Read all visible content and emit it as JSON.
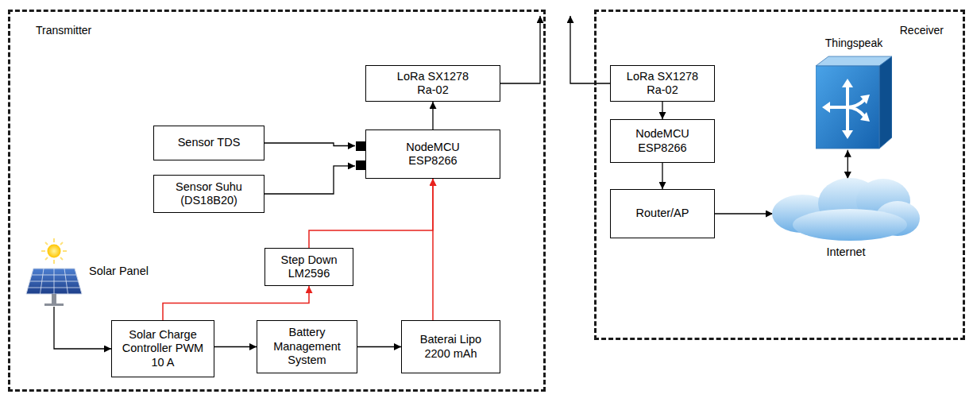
{
  "diagram": {
    "nodes": [
      {
        "text": [
          "Transmitter"
        ]
      },
      {
        "text": [
          "Receiver"
        ]
      },
      {
        "text": [
          "LoRa SX1278 Ra-02"
        ],
        "in": 0
      },
      {
        "text": [
          "Sensor TDS"
        ],
        "in": 0
      },
      {
        "text": [
          "NodeMCU ESP8266"
        ],
        "in": 0
      },
      {
        "text": [
          "Sensor Suhu (DS18B20)"
        ],
        "in": 0
      },
      {
        "text": [
          "Step Down LM2596"
        ],
        "in": 0
      },
      {
        "text": [
          "Solar Panel"
        ],
        "in": 0
      },
      {
        "text": [
          "Solar Charge Controller PWM 10 A"
        ],
        "in": 0
      },
      {
        "text": [
          "Battery Management System"
        ],
        "in": 0
      },
      {
        "text": [
          "Baterai Lipo 2200 mAh"
        ],
        "in": 0
      },
      {
        "text": [
          "LoRa SX1278 Ra-02"
        ],
        "in": 1
      },
      {
        "text": [
          "Thingspeak"
        ],
        "in": 1
      },
      {
        "text": [
          "NodeMCU ESP8266"
        ],
        "in": 1
      },
      {
        "text": [
          "Router/AP"
        ],
        "in": 1
      },
      {
        "text": [
          "Internet"
        ],
        "in": 1
      }
    ],
    "edges": [
      {
        "from": 3,
        "to": 4,
        "arrow": "to"
      },
      {
        "from": 5,
        "to": 4,
        "arrow": "to"
      },
      {
        "from": 4,
        "to": 2,
        "arrow": "to"
      },
      {
        "from": 7,
        "to": 8,
        "arrow": "to"
      },
      {
        "from": 8,
        "to": 9,
        "arrow": "to"
      },
      {
        "from": 9,
        "to": 10,
        "arrow": "to"
      },
      {
        "from": 8,
        "to": 6,
        "arrow": "to"
      },
      {
        "from": 6,
        "to": 4,
        "arrow": "to"
      },
      {
        "from": 10,
        "to": 4,
        "arrow": "to"
      },
      {
        "from": 11,
        "to": 13,
        "arrow": "to"
      },
      {
        "from": 13,
        "to": 14,
        "arrow": "to"
      },
      {
        "from": 14,
        "to": 15,
        "arrow": "to"
      },
      {
        "from": 15,
        "to": 12,
        "arrow": "both"
      }
    ]
  }
}
